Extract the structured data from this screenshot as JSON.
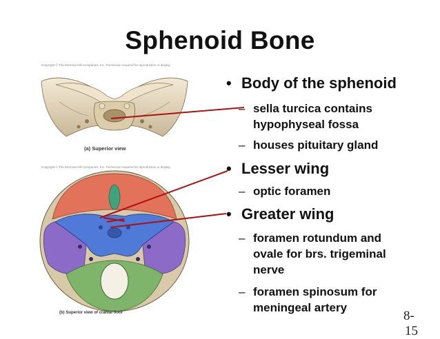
{
  "slide": {
    "title": "Sphenoid Bone",
    "slide_number": "8-",
    "slide_number_cont": "15"
  },
  "figures": {
    "top": {
      "copyright": "Copyright © The McGraw-Hill Companies, Inc. Permission required for reproduction or display.",
      "caption": "(a) Superior view"
    },
    "bottom": {
      "copyright": "Copyright © The McGraw-Hill Companies, Inc. Permission required for reproduction or display.",
      "caption": "(b) Superior view of cranial floor"
    }
  },
  "bullets": [
    {
      "text": "Body of the sphenoid",
      "subs": [
        [
          "sella turcica contains",
          "hypophyseal fossa"
        ],
        [
          "houses pituitary gland"
        ]
      ]
    },
    {
      "text": "Lesser wing",
      "subs": [
        [
          "optic foramen"
        ]
      ]
    },
    {
      "text": "Greater wing",
      "subs": [
        [
          "foramen rotundum and",
          "ovale for brs. trigeminal",
          "nerve"
        ],
        [
          "foramen spinosum for",
          "meningeal artery"
        ]
      ]
    }
  ],
  "colors": {
    "leader_line": "#b01010",
    "bone_top": "#e8dcc0",
    "frontal": "#e2735a",
    "sphenoid": "#4f7ad8",
    "temporal": "#8c6ac8",
    "occipital": "#7fb56a",
    "ethmoid": "#3fa27a"
  }
}
